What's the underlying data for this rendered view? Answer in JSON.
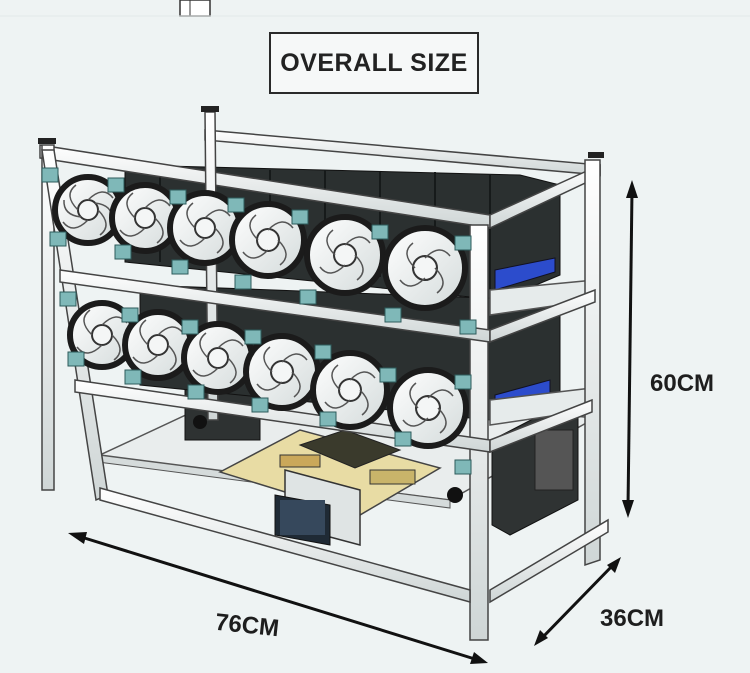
{
  "title": "OVERALL SIZE",
  "dimensions": {
    "height": "60CM",
    "width": "76CM",
    "depth": "36CM"
  },
  "rig": {
    "fans_per_row": 6,
    "rows": 2
  }
}
